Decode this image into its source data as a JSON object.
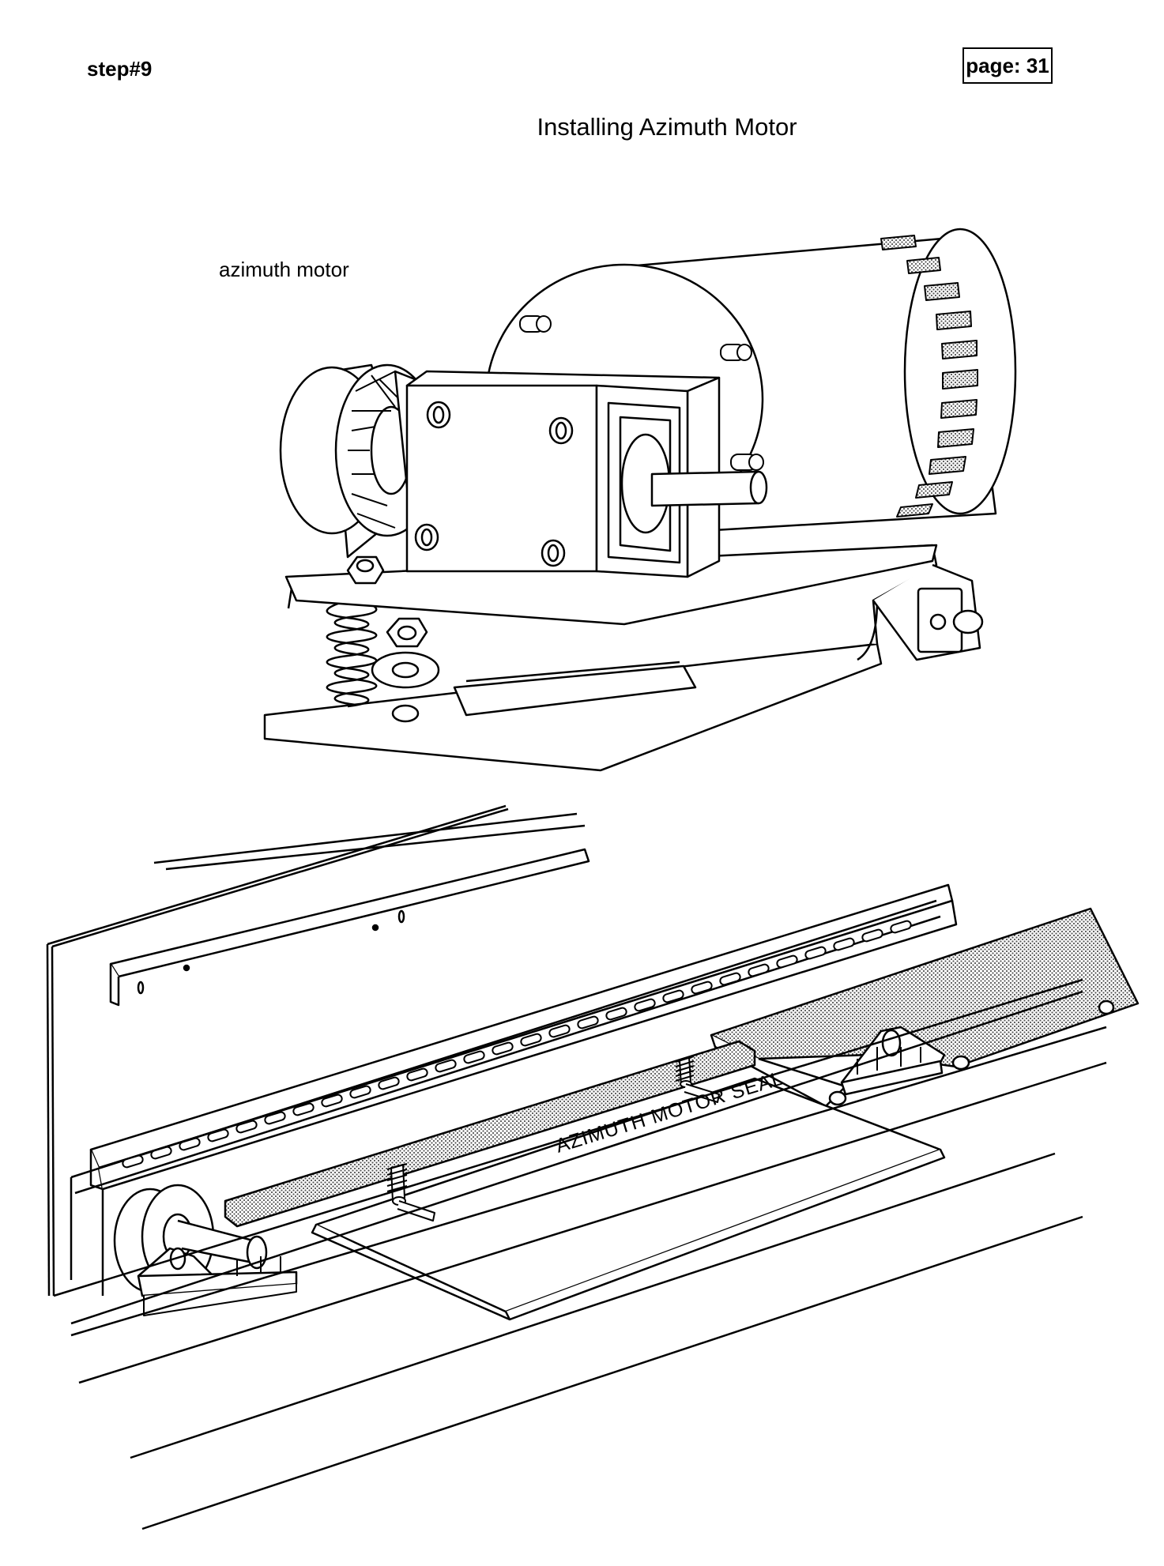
{
  "header": {
    "step": "step#9",
    "page": "page: 31",
    "title": "Installing Azimuth Motor"
  },
  "labels": {
    "azimuth_motor": "azimuth motor",
    "azimuth_motor_seal": "AZIMUTH MOTOR SEAL"
  },
  "colors": {
    "ink": "#000000",
    "paper": "#ffffff",
    "stipple": "#8a8a8a"
  }
}
